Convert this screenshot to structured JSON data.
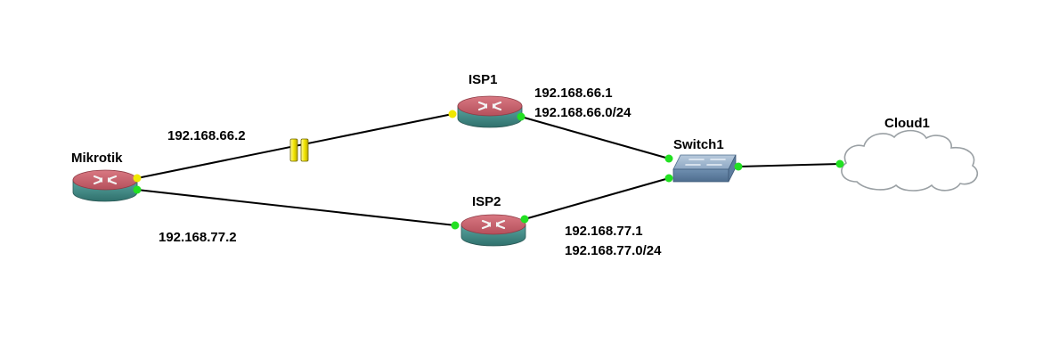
{
  "nodes": {
    "mikrotik": {
      "name": "Mikrotik",
      "type": "router"
    },
    "isp1": {
      "name": "ISP1",
      "type": "router"
    },
    "isp2": {
      "name": "ISP2",
      "type": "router"
    },
    "switch1": {
      "name": "Switch1",
      "type": "switch"
    },
    "cloud1": {
      "name": "Cloud1",
      "type": "cloud"
    }
  },
  "links": [
    {
      "from": "Mikrotik",
      "to": "ISP1",
      "status": "suspended",
      "from_port": "yellow",
      "to_port": "yellow"
    },
    {
      "from": "Mikrotik",
      "to": "ISP2",
      "status": "up",
      "from_port": "green",
      "to_port": "green"
    },
    {
      "from": "ISP1",
      "to": "Switch1",
      "status": "up",
      "from_port": "green",
      "to_port": "green"
    },
    {
      "from": "ISP2",
      "to": "Switch1",
      "status": "up",
      "from_port": "green",
      "to_port": "green"
    },
    {
      "from": "Switch1",
      "to": "Cloud1",
      "status": "up",
      "from_port": "green",
      "to_port": "green"
    }
  ],
  "annotations": {
    "mikrotik_isp1_ip": "192.168.66.2",
    "mikrotik_isp2_ip": "192.168.77.2",
    "isp1_ip": "192.168.66.1",
    "isp1_net": "192.168.66.0/24",
    "isp2_ip": "192.168.77.1",
    "isp2_net": "192.168.77.0/24"
  },
  "colors": {
    "background": "#ffffff",
    "link": "#000000",
    "port_up": "#22e022",
    "port_suspended": "#f0e800",
    "router_top": "#c9636f",
    "router_side": "#3f8a86",
    "switch_body": "#7f9fbf",
    "cloud_stroke": "#9aa0a4"
  },
  "icons": {
    "router": "router-icon",
    "switch": "switch-icon",
    "cloud": "cloud-icon",
    "pause": "pause-icon"
  }
}
